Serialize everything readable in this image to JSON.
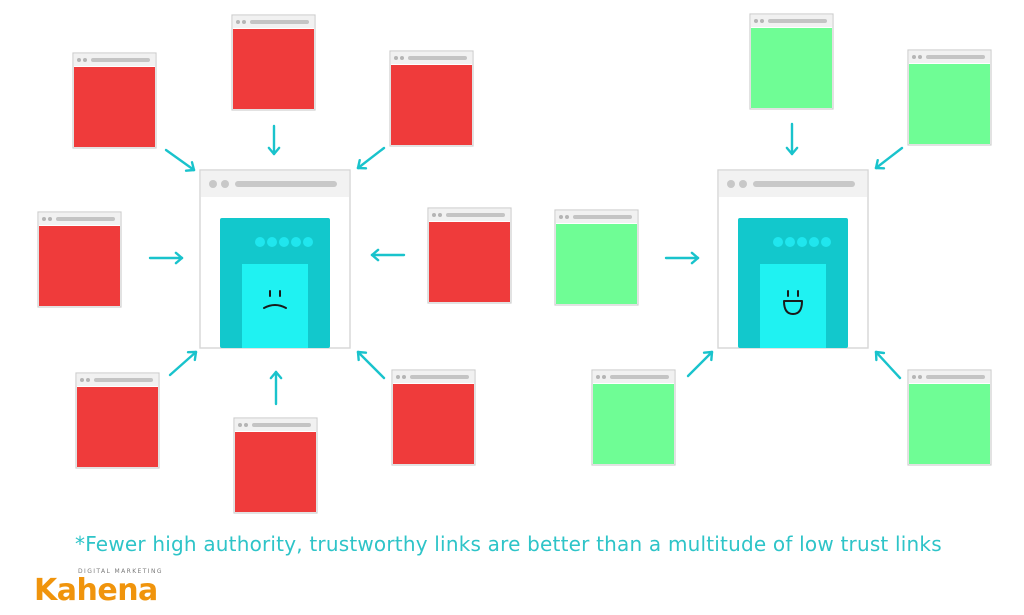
{
  "caption": "*Fewer high authority, trustworthy links are better than a multitude of low trust links",
  "logo": {
    "name": "Kahena",
    "tagline": "DIGITAL MARKETING"
  },
  "diagrams": [
    {
      "id": "low-trust",
      "center_face": "sad",
      "source_count": 8,
      "source_color": "#ef3b3b"
    },
    {
      "id": "high-trust",
      "center_face": "happy",
      "source_count": 5,
      "source_color": "#6ffd95"
    }
  ],
  "colors": {
    "arrow": "#19c3cc",
    "caption": "#2ec4c8",
    "browser_chrome": "#c8c8c8",
    "screen_outer": "#12c8cc",
    "screen_inner": "#1ff2f2",
    "logo": "#f0940c"
  }
}
